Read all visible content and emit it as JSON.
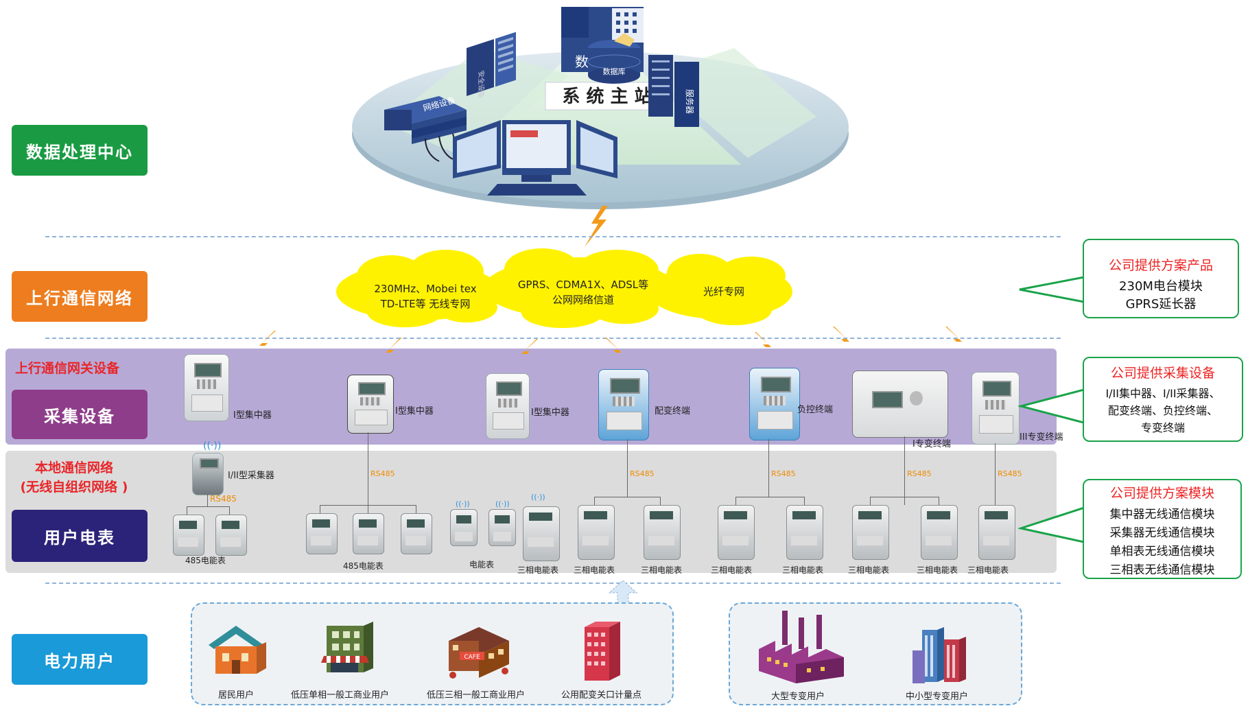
{
  "levels": {
    "data_center": "数据处理中心",
    "uplink_net": "上行通信网络",
    "collect": "采集设备",
    "meter": "用户电表",
    "power_user": "电力用户"
  },
  "master_station": {
    "data_center_label": "数据中心",
    "title": "系 统 主 站",
    "database_label": "数据库",
    "server_label": "服务器",
    "network_device_label": "网络设备",
    "security_label": "安全设备"
  },
  "clouds": {
    "c1_line1": "230MHz、Mobei tex",
    "c1_line2": "TD-LTE等 无线专网",
    "c2_line1": "GPRS、CDMA1X、ADSL等",
    "c2_line2": "公网网络信道",
    "c3": "光纤专网"
  },
  "bands": {
    "gateway_title": "上行通信网关设备",
    "local_net_line1": "本地通信网络",
    "local_net_line2": "(无线自组织网络 )"
  },
  "devices": {
    "d1": "I型集中器",
    "d2": "I型集中器",
    "d3": "I型集中器",
    "d4": "配变终端",
    "d5": "负控终端",
    "d6": "I专变终端",
    "d7": "III专变终端",
    "collector": "I/II型采集器"
  },
  "rs485": "RS485",
  "meters": {
    "g1": "485电能表",
    "g2": "485电能表",
    "g3": "电能表",
    "three_phase": "三相电能表"
  },
  "callouts": {
    "c1_title": "公司提供方案产品",
    "c1_line1": "230M电台模块",
    "c1_line2": "GPRS延长器",
    "c2_title": "公司提供采集设备",
    "c2_line1": "I/II集中器、I/II采集器、",
    "c2_line2": "配变终端、负控终端、",
    "c2_line3": "专变终端",
    "c3_title": "公司提供方案模块",
    "c3_line1": "集中器无线通信模块",
    "c3_line2": "采集器无线通信模块",
    "c3_line3": "单相表无线通信模块",
    "c3_line4": "三相表无线通信模块"
  },
  "users": {
    "u1": "居民用户",
    "u2": "低压单相一般工商业用户",
    "u3": "低压三相一般工商业用户",
    "u4": "公用配变关口计量点",
    "u5": "大型专变用户",
    "u6": "中小型专变用户",
    "shop_sign": "CAFE"
  },
  "colors": {
    "green": "#1a9b43",
    "orange": "#ee7d1f",
    "purple_tag": "#8e3d8a",
    "navy": "#2b2379",
    "blue": "#1a9ad8",
    "band_purple": "#b7a9d6",
    "band_gray": "#dcdcdc"
  }
}
